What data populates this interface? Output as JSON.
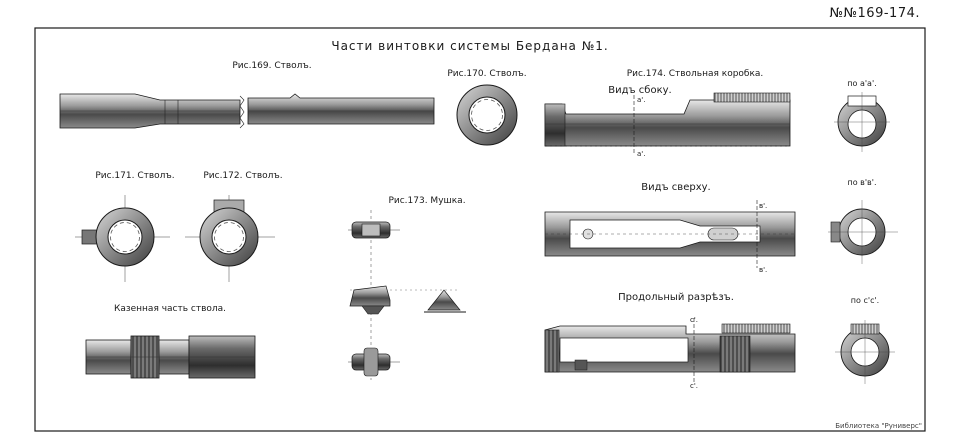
{
  "plate": {
    "number": "№№169-174.",
    "title": "Части винтовки системы Бердана №1.",
    "credit": "Библиотека \"Руниверс\""
  },
  "figures": {
    "fig169": "Рис.169. Стволъ.",
    "fig170": "Рис.170. Стволъ.",
    "fig171": "Рис.171. Стволъ.",
    "fig172": "Рис.172. Стволъ.",
    "fig173": "Рис.173. Мушка.",
    "fig174": "Рис.174. Ствольная коробка.",
    "breech": "Казенная часть ствола."
  },
  "views": {
    "side": "Видъ сбоку.",
    "top": "Видъ сверху.",
    "section": "Продольный разрѣзъ."
  },
  "cuts": {
    "aa": "по а'а'.",
    "bb": "по в'в'.",
    "cc": "по с'с'.",
    "a": "а'.",
    "b": "в'.",
    "c": "с'."
  },
  "colors": {
    "ink": "#1a1a1a",
    "metal": "#6a6a6a",
    "metal_light": "#c8c8c8"
  }
}
